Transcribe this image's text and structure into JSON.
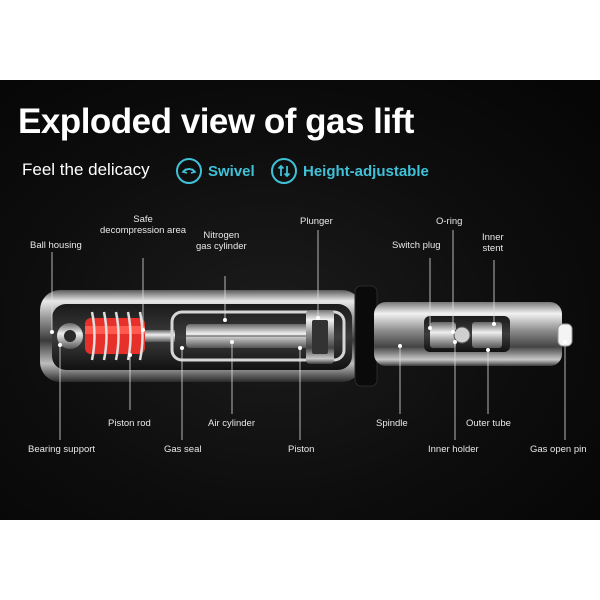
{
  "title": "Exploded view of gas lift",
  "subtitle": "Feel the delicacy",
  "features": [
    {
      "icon": "swivel-icon",
      "label": "Swivel"
    },
    {
      "icon": "height-adjust-icon",
      "label": "Height-adjustable"
    }
  ],
  "colors": {
    "accent": "#3fc1d8",
    "spring": "#e8302a",
    "background": "#0d0d0d"
  },
  "labels": {
    "safe_decompression_area": "Safe\ndecompression area",
    "nitrogen_gas_cylinder": "Nitrogen\ngas cylinder",
    "plunger": "Plunger",
    "o_ring": "O-ring",
    "ball_housing": "Ball housing",
    "switch_plug": "Switch plug",
    "inner_stent": "Inner\nstent",
    "piston_rod": "Piston rod",
    "air_cylinder": "Air cylinder",
    "spindle": "Spindle",
    "outer_tube": "Outer tube",
    "bearing_support": "Bearing support",
    "gas_seal": "Gas seal",
    "piston": "Piston",
    "inner_holder": "Inner holder",
    "gas_open_pin": "Gas open pin"
  }
}
